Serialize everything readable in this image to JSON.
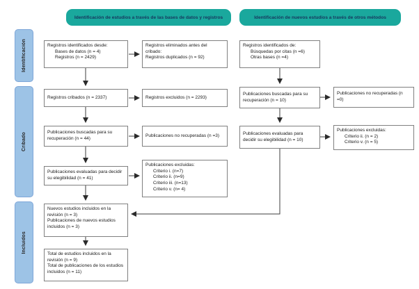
{
  "diagram_title": "PRISMA flow diagram (Spanish)",
  "colors": {
    "header_teal": "#1aa89d",
    "header_text": "#17375e",
    "sidebar_blue": "#9dc3e6",
    "box_border": "#7f7f7f",
    "arrow": "#3d3d3d"
  },
  "headers": {
    "left": "Identificación de estudios a través de las bases de datos y registros",
    "right": "Identificación de nuevos  estudios a través de otros métodos"
  },
  "sidebar": {
    "items": [
      "Identificación",
      "Cribado",
      "Incluidos"
    ]
  },
  "boxes": {
    "db_records": {
      "lines": [
        "Registros identificados desde:",
        "Bases de datos (n = 4)",
        "Registros (n = 2429)"
      ]
    },
    "dupes": {
      "lines": [
        "Registros eliminados antes del cribado:",
        "Registros duplicados (n = 92)"
      ]
    },
    "other_records": {
      "lines": [
        "Registros identificados de:",
        "Búsquedas por citas (n =6)",
        "Otras bases (n =4)"
      ]
    },
    "screened": {
      "lines": [
        "Registros cribados (n = 2337)"
      ]
    },
    "excluded_records": {
      "lines": [
        "Registros excluidos (n = 2293)"
      ]
    },
    "sought_db": {
      "lines": [
        "Publicaciones buscadas para su recuperación (n = 44)"
      ]
    },
    "not_retrieved_db": {
      "lines": [
        "Publicaciones no recuperadas (n =3)"
      ]
    },
    "sought_other": {
      "lines": [
        "Publicaciones buscadas para su recuperación (n = 10)"
      ]
    },
    "not_retrieved_other": {
      "lines": [
        "Publicaciones no recuperadas (n =0)"
      ]
    },
    "assessed_db": {
      "lines": [
        "Publicaciones evaluadas para decidir su elegibilidad (n = 41)"
      ]
    },
    "excluded_db": {
      "lines": [
        "Publicaciones excluidas:",
        "Criterio i.  (n=7)",
        "Criterio ii.  (n=9)",
        "Criterio iii.  (n=13)",
        "Criterio v. (n= 4)"
      ]
    },
    "assessed_other": {
      "lines": [
        "Publicaciones evaluadas para decidir su elegibilidad (n = 10)"
      ]
    },
    "excluded_other": {
      "lines": [
        "Publicaciones excluidas:",
        "Criterio ii.  (n = 2)",
        "Criterio v.  (n = 5)"
      ]
    },
    "new_included": {
      "lines": [
        "Nuevos estudios incluidos en la revisión (n = 3)",
        "Publicaciones de nuevos estudios incluidos (n = 3)"
      ]
    },
    "total_included": {
      "lines": [
        "Total de estudios incluidos en la revisión (n = 9)",
        "Total de publicaciones de los estudios incluidos (n = 11)"
      ]
    }
  }
}
